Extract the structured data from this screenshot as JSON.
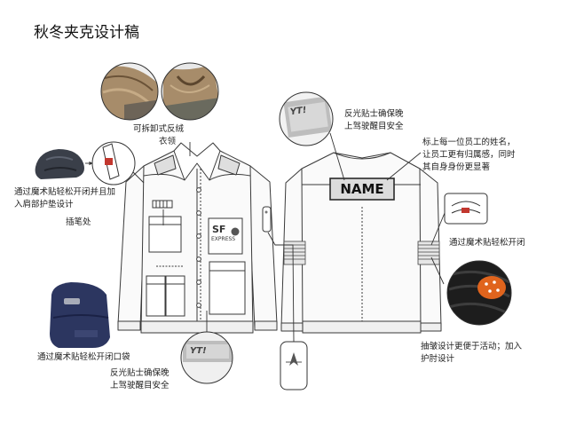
{
  "title": "秋冬夹克设计稿",
  "annotations": {
    "collar": [
      "可拆卸式反绒",
      "衣领"
    ],
    "shoulder": [
      "通过魔术贴轻松开闭并且加",
      "入肩部护垫设计"
    ],
    "pen": "插笔处",
    "pocket_closure": "通过魔术贴轻松开闭口袋",
    "reflective_front": [
      "反光贴士确保晚",
      "上驾驶醒目安全"
    ],
    "reflective_back": [
      "反光贴士确保晚",
      "上驾驶醒目安全"
    ],
    "name_tag": [
      "标上每一位员工的姓名，",
      "让员工更有归属感，同时",
      "其自身身份更显著"
    ],
    "sleeve_closure": "通过魔术贴轻松开闭",
    "elbow": [
      "抽皱设计更便于活动；加入",
      "护肘设计"
    ]
  },
  "garment_labels": {
    "name_badge": "NAME",
    "logo": "SF",
    "logo_sub": "EXPRESS",
    "reflective_tag": "YT!"
  },
  "colors": {
    "line": "#3a3a3a",
    "jacket_fill": "#fafafa",
    "reflective": "#bdbdbd",
    "pocket_navy": "#2c3660",
    "fur": "#a78c6a",
    "elbow_pad": "#e0641d"
  }
}
